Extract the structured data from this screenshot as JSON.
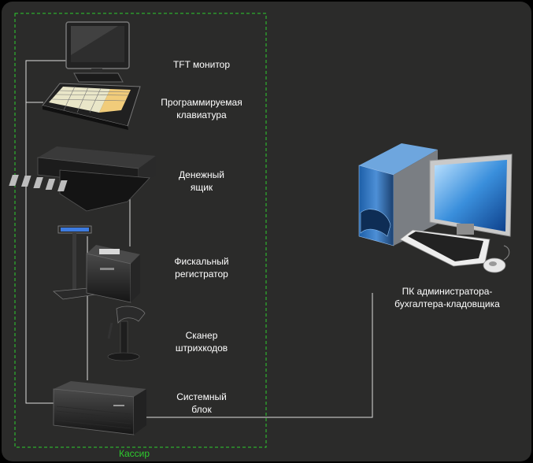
{
  "group": {
    "label": "Кассир",
    "color": "#2ecc2e"
  },
  "devices": [
    {
      "id": "monitor",
      "label": "TFT монитор",
      "icon": "tft-monitor-icon"
    },
    {
      "id": "keyboard",
      "label": "Программируемая\nклавиатура",
      "icon": "programmable-keyboard-icon"
    },
    {
      "id": "drawer",
      "label": "Денежный\nящик",
      "icon": "cash-drawer-icon"
    },
    {
      "id": "fiscal",
      "label": "Фискальный\nрегистратор",
      "icon": "fiscal-printer-icon"
    },
    {
      "id": "scanner",
      "label": "Сканер\nштрихкодов",
      "icon": "barcode-scanner-icon"
    },
    {
      "id": "sysunit",
      "label": "Системный\nблок",
      "icon": "system-unit-icon"
    }
  ],
  "admin_pc": {
    "label": "ПК администратора-\nбухгалтера-кладовщика",
    "icon": "desktop-pc-icon"
  },
  "colors": {
    "background": "#2b2b2a",
    "lines": "#dcdcdc",
    "text": "#ffffff"
  }
}
